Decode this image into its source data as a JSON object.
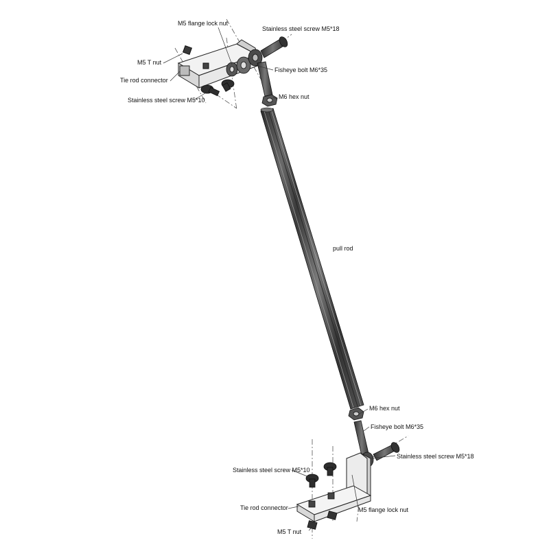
{
  "labels": {
    "top_flange_nut": "M5 flange lock nut",
    "top_screw_m5_18": "Stainless steel screw M5*18",
    "top_t_nut": "M5 T nut",
    "top_fisheye": "Fisheye bolt M6*35",
    "top_connector": "Tie rod connector",
    "top_screw_m5_10": "Stainless steel screw M5*10",
    "top_hex_nut": "M6 hex nut",
    "pull_rod": "pull rod",
    "bottom_hex_nut": "M6 hex nut",
    "bottom_fisheye": "Fisheye bolt M6*35",
    "bottom_screw_m5_18": "Stainless steel screw M5*18",
    "bottom_screw_m5_10": "Stainless steel screw M5*10",
    "bottom_connector": "Tie rod connector",
    "bottom_flange_nut": "M5 flange lock nut",
    "bottom_t_nut": "M5 T nut"
  },
  "colors": {
    "line": "#2a2a2a",
    "part_dark": "#3c3c3c",
    "part_mid": "#8a8a8a",
    "part_light": "#e6e6e6"
  }
}
